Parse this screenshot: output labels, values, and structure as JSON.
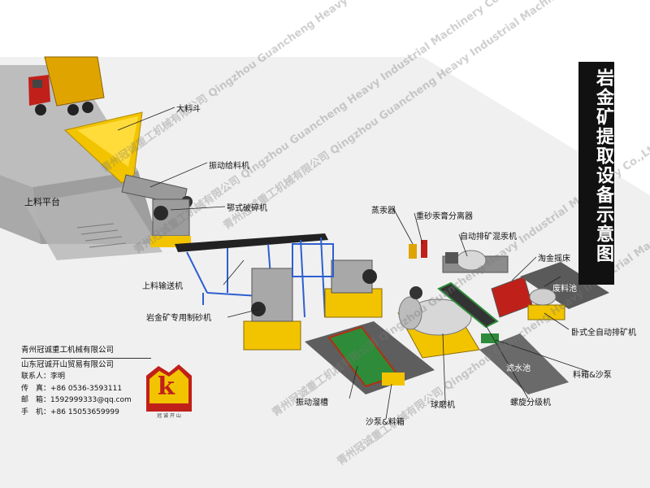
{
  "title": "岩金矿提取设备示意图",
  "labels": {
    "hopper": "大料斗",
    "feeder": "振动给料机",
    "jaw_crusher": "鄂式破碎机",
    "platform": "上料平台",
    "conveyor": "上料输送机",
    "sand_maker": "岩金矿专用制砂机",
    "retort": "蒸汞器",
    "separator": "重砂汞膏分离器",
    "mixer": "自动排矿混汞机",
    "shaker": "淘金摇床",
    "waste_pool": "废料池",
    "horizontal_discharger": "卧式全自动排矿机",
    "sand_pump_box_right": "料箱&沙泵",
    "settling_pool": "滤水池",
    "spiral_classifier": "螺旋分级机",
    "ball_mill": "球磨机",
    "vibrating_sluice": "振动溜槽",
    "sand_pump_box": "沙泵&料箱"
  },
  "watermark": {
    "cn": "青州冠诚重工机械有限公司",
    "en": "Qingzhou Guancheng Heavy Industrial Machinery Co.,Ltd."
  },
  "contact": {
    "company1": "青州冠诚重工机械有限公司",
    "company2": "山东冠诚开山贸易有限公司",
    "contact_person": "联系人：李明",
    "fax": "传　真：+86 0536-3593111",
    "email": "邮　箱：1592999333@qq.com",
    "mobile": "手　机：+86 15053659999"
  },
  "logo": {
    "letter": "k",
    "caption": "冠 诚 开 山"
  },
  "colors": {
    "yellow": "#f2c400",
    "blue": "#2e5fd0",
    "gray": "#8c8c8c",
    "red": "#c0201a",
    "green": "#2e8b3a",
    "black": "#111111"
  }
}
